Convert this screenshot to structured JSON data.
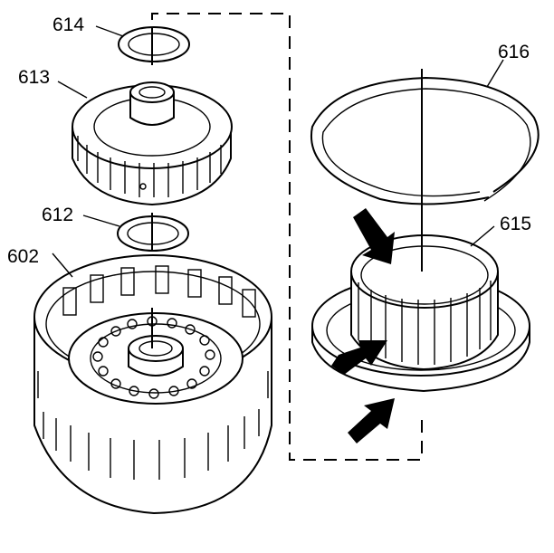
{
  "labels": {
    "p614": "614",
    "p613": "613",
    "p612": "612",
    "p602": "602",
    "p616": "616",
    "p615": "615"
  }
}
